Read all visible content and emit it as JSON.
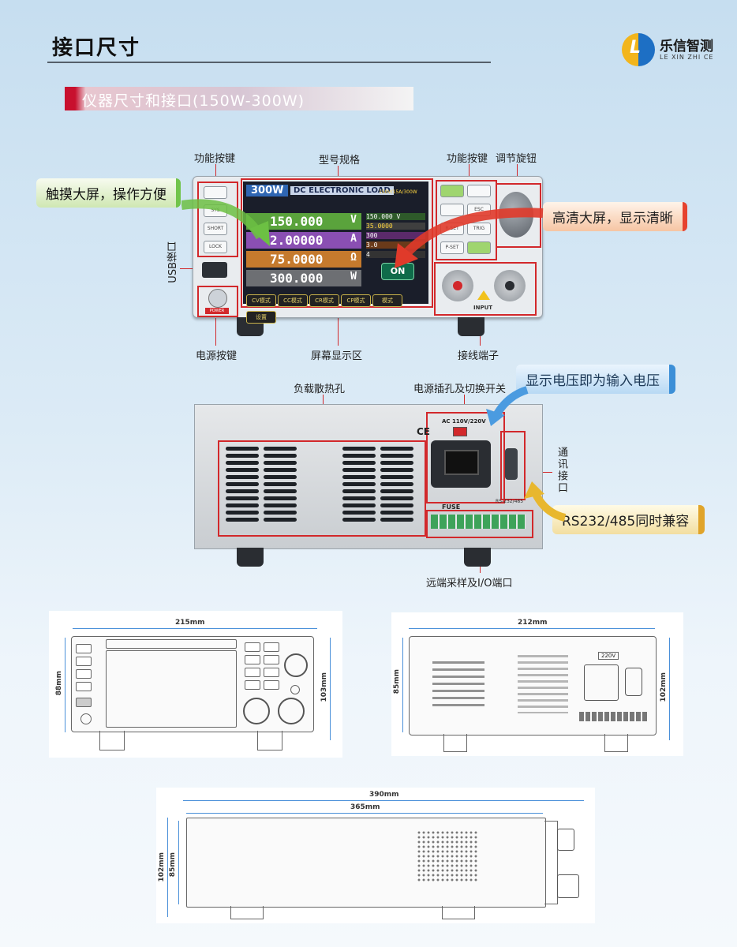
{
  "header": {
    "title": "接口尺寸",
    "logo_cn": "乐信智测",
    "logo_en": "LE XIN ZHI CE",
    "logo_mark": "L"
  },
  "section": {
    "title": "仪器尺寸和接口(150W-300W)"
  },
  "front_panel": {
    "labels": {
      "func_keys_left": "功能按键",
      "model_spec": "型号规格",
      "func_keys_right": "功能按键",
      "knob": "调节旋钮",
      "usb": "USB接口",
      "power_key": "电源按键",
      "display_area": "屏幕显示区",
      "terminals": "接线端子"
    },
    "callouts": {
      "touch": "触摸大屏，操作方便",
      "hd": "高清大屏，显示清晰"
    },
    "left_buttons": [
      "",
      "SYS",
      "SHORT",
      "LOCK"
    ],
    "right_buttons": [
      "",
      "",
      "",
      "ESC",
      "R-SET",
      "TRIG",
      "P-SET",
      ""
    ],
    "screen": {
      "model": "300W",
      "product": "DC ELECTRONIC LOAD",
      "spec": "150V/15A/300W",
      "readings": [
        {
          "value": "150.000",
          "unit": "V"
        },
        {
          "value": "2.00000",
          "unit": "A"
        },
        {
          "value": "75.0000",
          "unit": "Ω"
        },
        {
          "value": "300.000",
          "unit": "W"
        }
      ],
      "side_values": [
        "150.000 V",
        "35.0000",
        "300",
        "3.0",
        "4"
      ],
      "on": "ON",
      "modes": [
        "CV模式",
        "CC模式",
        "CR模式",
        "CP模式",
        "模式",
        "设置"
      ]
    },
    "power_label": "POWER",
    "input_label": "INPUT"
  },
  "rear_panel": {
    "labels": {
      "heat": "负载散热孔",
      "power_socket": "电源插孔及切换开关",
      "comm": "通讯接口",
      "remote": "远端采样及I/O端口"
    },
    "callouts": {
      "voltage": "显示电压即为输入电压",
      "rs": "RS232/485同时兼容"
    },
    "ac_label": "AC 110V/220V",
    "fuse_label": "FUSE",
    "rs_label": "RS-232/485",
    "ce": "CE"
  },
  "dimensions": {
    "front_width": "215mm",
    "front_h_left": "88mm",
    "front_h_right": "103mm",
    "rear_width": "212mm",
    "rear_h_left": "85mm",
    "rear_h_right": "102mm",
    "side_total": "390mm",
    "side_body": "365mm",
    "side_h_outer": "102mm",
    "side_h_inner": "85mm",
    "rear_voltage": "220V"
  }
}
